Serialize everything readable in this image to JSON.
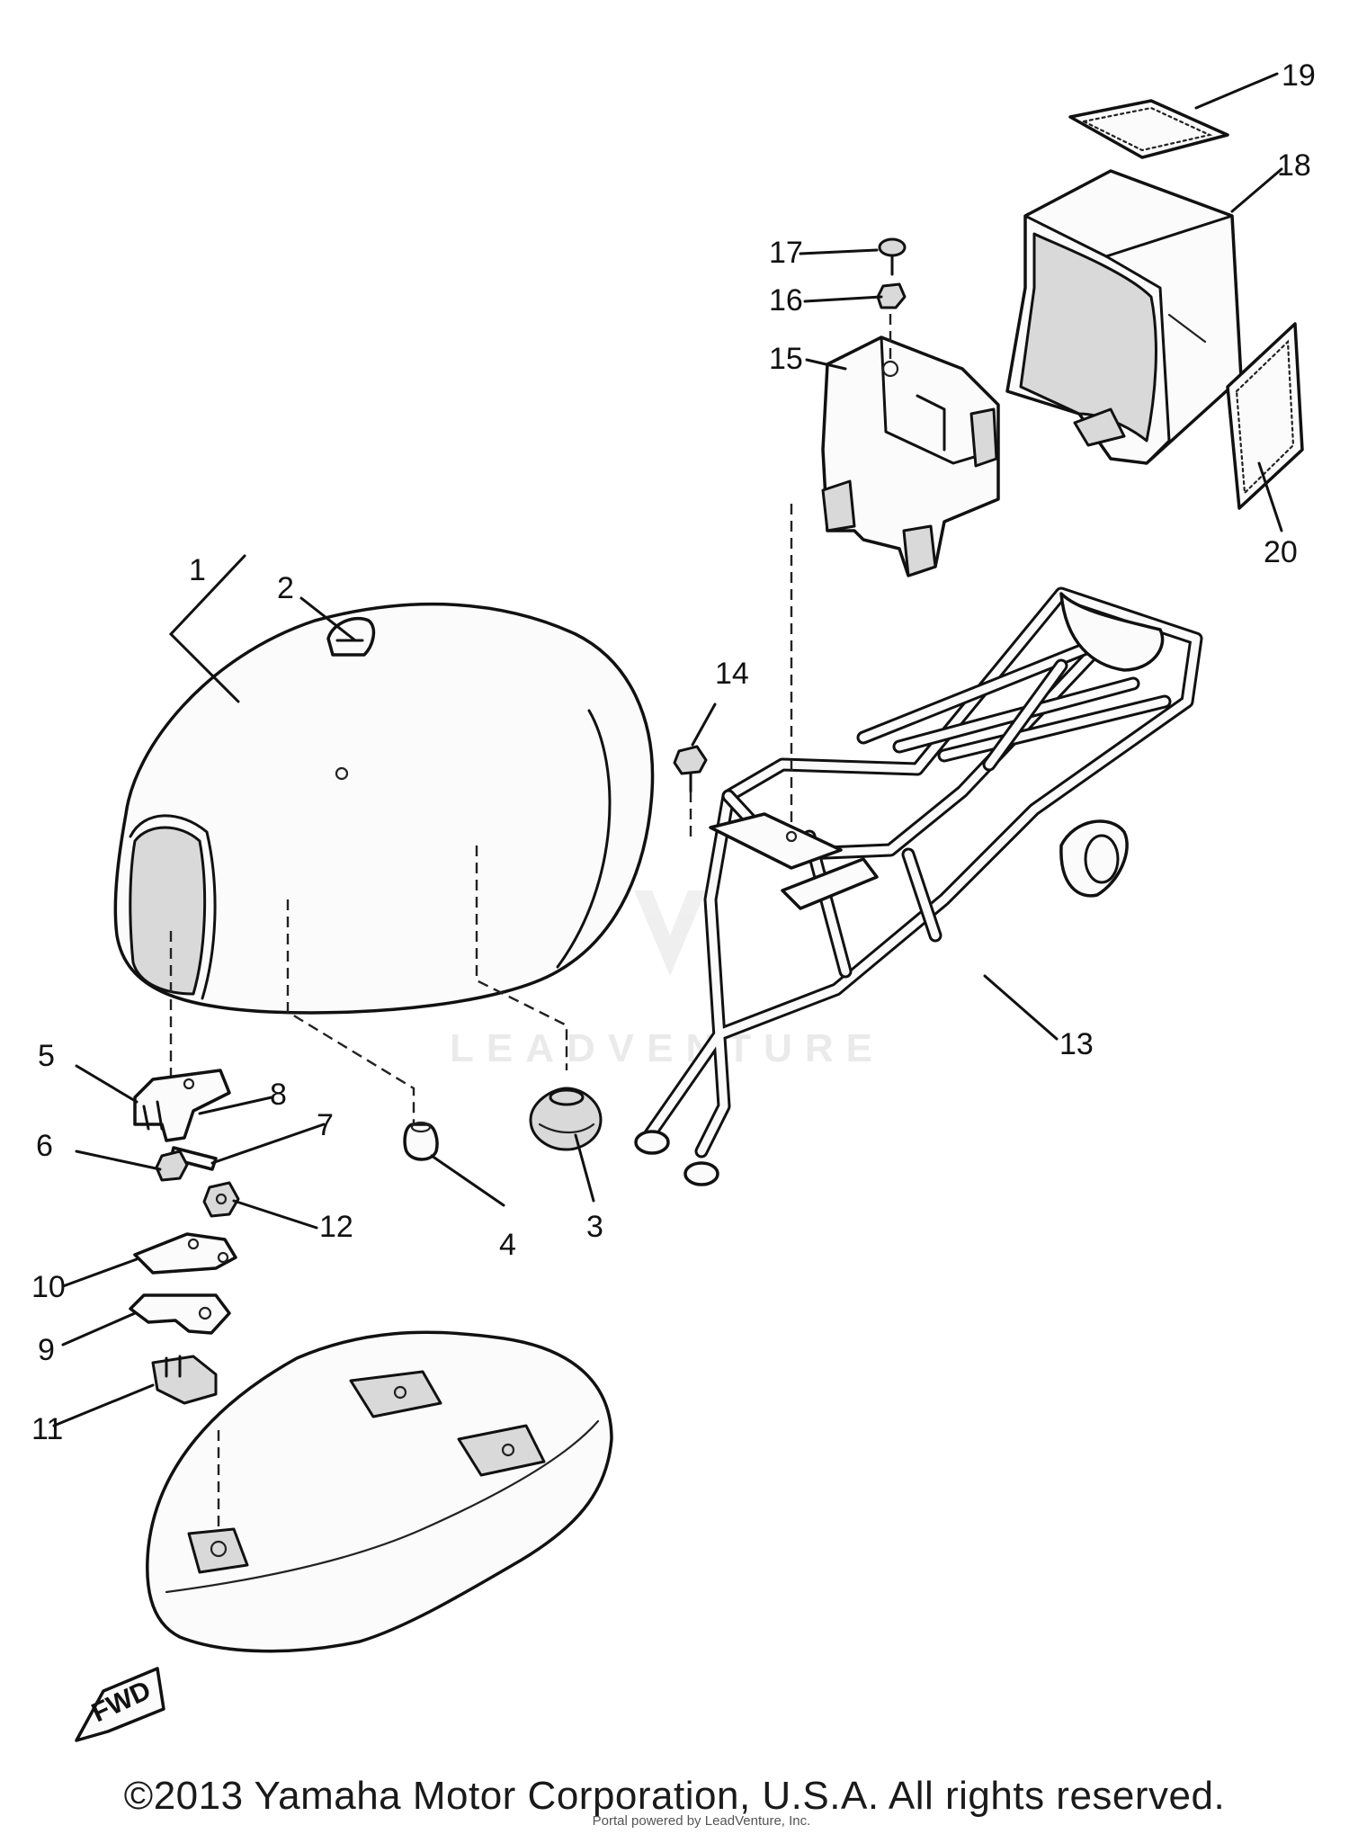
{
  "callouts": [
    "1",
    "2",
    "3",
    "4",
    "5",
    "6",
    "7",
    "8",
    "9",
    "10",
    "11",
    "12",
    "13",
    "14",
    "15",
    "16",
    "17",
    "18",
    "19",
    "20"
  ],
  "watermark": "LEADVENTURE",
  "fwd_label": "FWD",
  "copyright": "©2013 Yamaha Motor Corporation, U.S.A. All rights reserved.",
  "overprint": "Portal powered by LeadVenture, Inc."
}
